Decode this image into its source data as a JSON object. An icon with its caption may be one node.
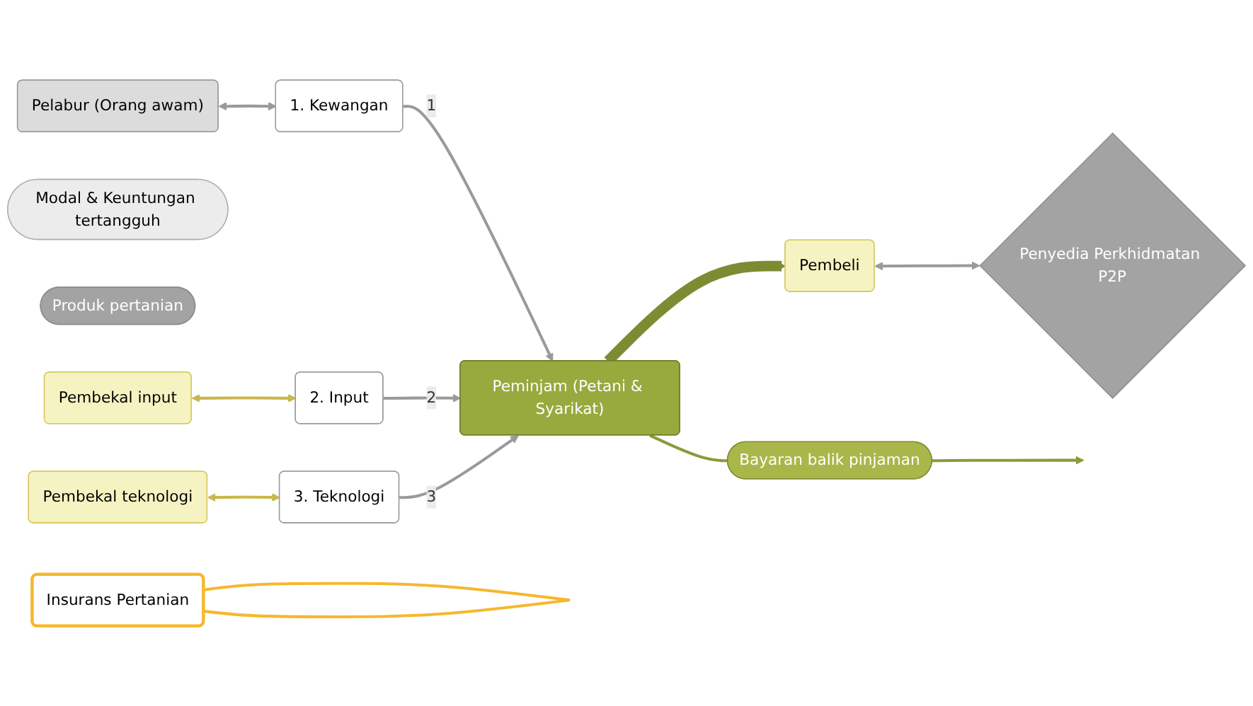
{
  "diagram": {
    "nodes": [
      {
        "text": [
          "Pelabur (Orang awam)"
        ]
      },
      {
        "text": [
          "Modal & Keuntungan tertangguh"
        ]
      },
      {
        "text": [
          "1. Kewangan"
        ]
      },
      {
        "text": [
          "Penyedia Perkhidmatan P2P"
        ]
      },
      {
        "text": [
          "Produk pertanian"
        ]
      },
      {
        "text": [
          "2. Input"
        ]
      },
      {
        "text": [
          "Pembeli"
        ]
      },
      {
        "text": [
          "Pembekal input"
        ]
      },
      {
        "text": [
          "3. Teknologi"
        ]
      },
      {
        "text": [
          "Pembekal teknologi"
        ]
      },
      {
        "text": [
          "Peminjam (Petani & Syarikat)"
        ]
      },
      {
        "text": [
          "Bayaran balik pinjaman"
        ]
      },
      {
        "text": [
          "Insurans Pertanian"
        ]
      }
    ],
    "edges": [
      {
        "from": 0,
        "to": 2,
        "arrow": "both"
      },
      {
        "from": 6,
        "to": 3,
        "arrow": "both"
      },
      {
        "from": 7,
        "to": 5,
        "arrow": "both",
        "color": "#c9b84c"
      },
      {
        "from": 9,
        "to": 8,
        "arrow": "both",
        "color": "#c9b84c"
      },
      {
        "from": 2,
        "to": 10,
        "arrow": "to",
        "label": "1"
      },
      {
        "from": 5,
        "to": 10,
        "arrow": "to",
        "label": "2"
      },
      {
        "from": 8,
        "to": 10,
        "arrow": "to",
        "label": "3"
      },
      {
        "from": 10,
        "to": 6,
        "arrow": "to",
        "style": "thick",
        "color": "#7d8c33"
      },
      {
        "from": 10,
        "to": 11,
        "arrow": "none",
        "color": "#8c9a3a"
      },
      {
        "from": 11,
        "to": null,
        "arrow": "to",
        "color": "#8c9a3a"
      },
      {
        "from": 12,
        "to": 12,
        "arrow": "none",
        "color": "#f5b82e"
      }
    ]
  }
}
